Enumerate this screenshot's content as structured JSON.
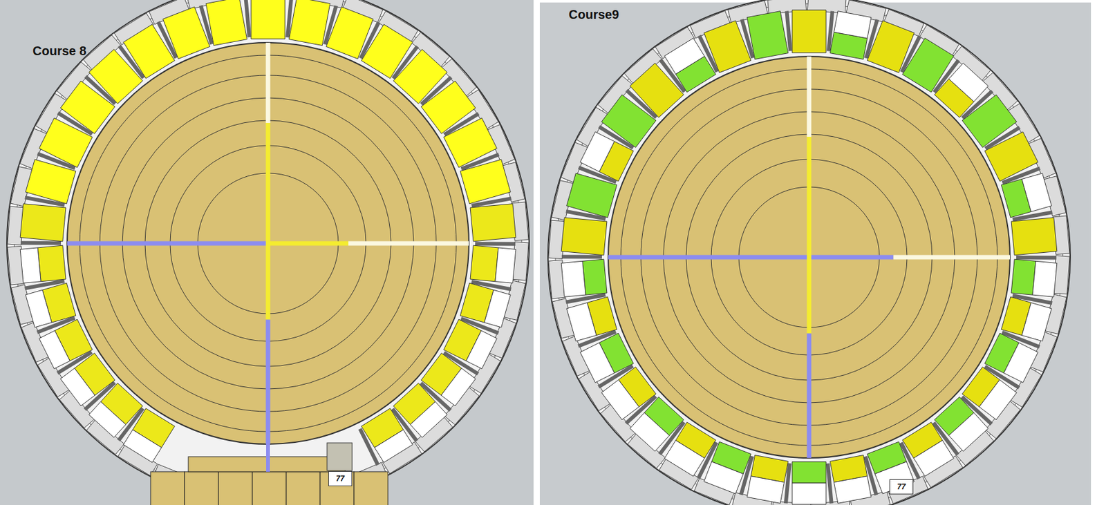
{
  "diagram": {
    "nodes": [
      {
        "text": [
          "77"
        ]
      },
      {
        "text": [
          "77"
        ]
      }
    ],
    "labels": [
      "Course 8",
      "Course9"
    ]
  }
}
